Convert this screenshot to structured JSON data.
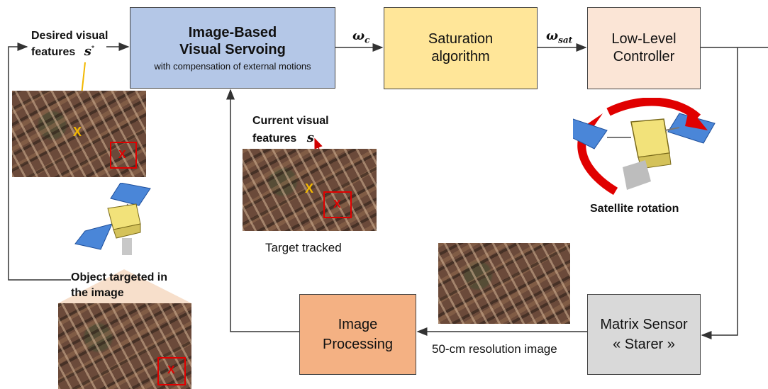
{
  "blocks": {
    "ibvs": {
      "title_line1": "Image-Based",
      "title_line2": "Visual Servoing",
      "subtitle": "with compensation of external motions"
    },
    "saturation": {
      "line1": "Saturation",
      "line2": "algorithm"
    },
    "low_level_controller": {
      "line1": "Low-Level",
      "line2": "Controller"
    },
    "image_processing": {
      "line1": "Image",
      "line2": "Processing"
    },
    "matrix_sensor": {
      "line1": "Matrix Sensor",
      "line2": "« Starer »"
    }
  },
  "signals": {
    "omega_c": "ω",
    "omega_c_sub": "c",
    "omega_sat": "ω",
    "omega_sat_sub": "sat"
  },
  "labels": {
    "desired_line1": "Desired visual",
    "desired_line2": "features",
    "desired_symbol": "s",
    "desired_sup": "*",
    "current_line1": "Current visual",
    "current_line2": "features",
    "current_symbol": "s",
    "target_tracked": "Target tracked",
    "satellite_rotation": "Satellite rotation",
    "object_line1": "Object targeted in",
    "object_line2": "the image",
    "resolution": "50-cm resolution image"
  },
  "markers": {
    "yellow": "X",
    "red": "X"
  },
  "colors": {
    "ibvs": "#b4c7e7",
    "saturation": "#ffe699",
    "controller": "#fbe5d6",
    "processing": "#f4b183",
    "sensor": "#d9d9d9",
    "rotation_arrow": "#e00000",
    "desired_marker": "#f2b800"
  }
}
